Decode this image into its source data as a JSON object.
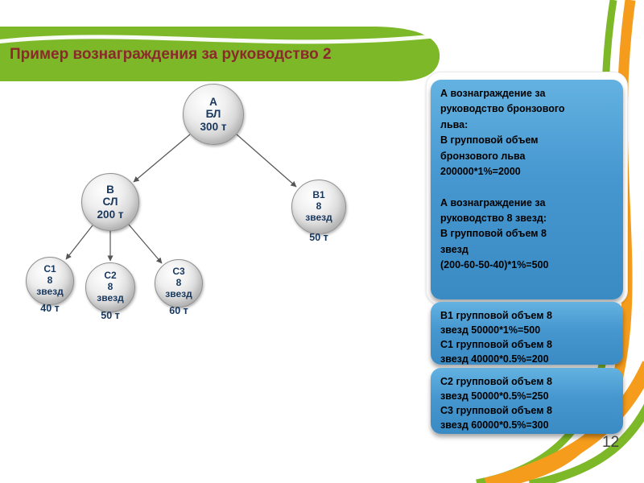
{
  "slide": {
    "title": "Пример вознаграждения за руководство 2",
    "page_number": "12"
  },
  "tree": {
    "nodes": [
      {
        "id": "A",
        "label": "А\nБЛ\n300 т",
        "below": ""
      },
      {
        "id": "B",
        "label": "В\nСЛ\n200 т",
        "below": ""
      },
      {
        "id": "B1",
        "label": "В1\n8\nзвезд",
        "below": "50 т"
      },
      {
        "id": "C1",
        "label": "С1\n8\nзвезд",
        "below": "40 т"
      },
      {
        "id": "C2",
        "label": "С2\n8\nзвезд",
        "below": "50 т"
      },
      {
        "id": "C3",
        "label": "С3\n8\nзвезд",
        "below": "60 т"
      }
    ]
  },
  "info_boxes": [
    {
      "text": "А вознаграждение за\nруководство бронзового\nльва:\nВ групповой объем\nбронзового льва\n200000*1%=2000\n\nА вознаграждение за\nруководство 8 звезд:\nВ групповой объем 8\nзвезд\n(200-60-50-40)*1%=500"
    },
    {
      "text": "В1 групповой объем 8\nзвезд 50000*1%=500\nС1 групповой объем 8\nзвезд 40000*0.5%=200"
    },
    {
      "text": "С2 групповой объем 8\nзвезд 50000*0.5%=250\nС3 групповой объем 8\nзвезд 60000*0.5%=300"
    }
  ],
  "colors": {
    "banner_green": "#7db829",
    "ribbon_orange": "#f59c1c",
    "box_blue": "#4697d0",
    "title_text": "#8b2a2a",
    "node_text": "#17375e"
  }
}
